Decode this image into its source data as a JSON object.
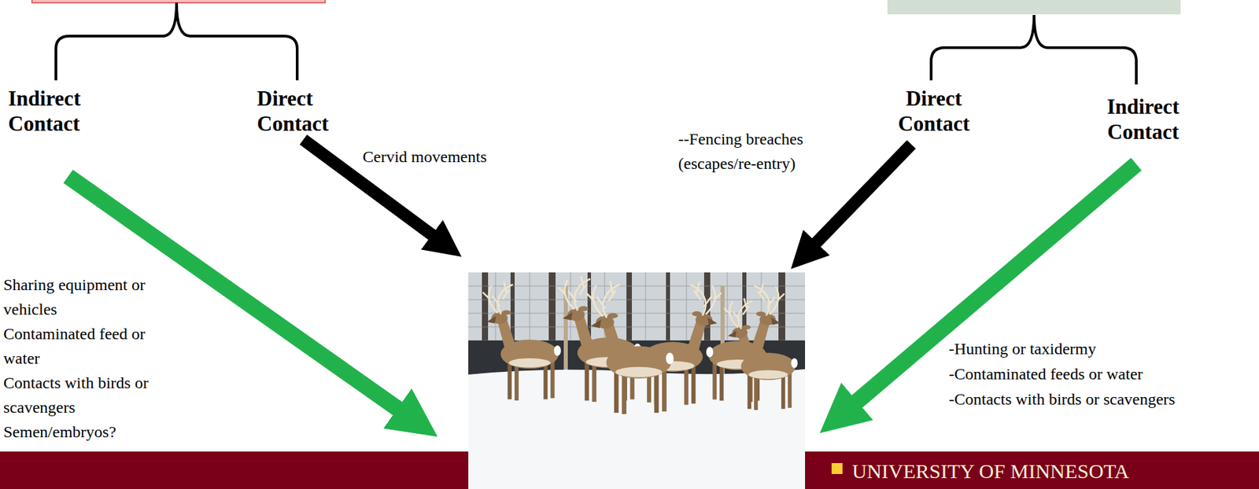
{
  "diagram": {
    "labels": [
      "Indirect Contact",
      "Direct Contact",
      "Cervid movements",
      "Sharing equipment or vehicles",
      "Contaminated feed or water",
      "Contacts with birds or scavengers",
      "Semen/embryos?",
      "--Fencing breaches (escapes/re-entry)",
      "Direct Contact",
      "Indirect Contact",
      "-Hunting or taxidermy",
      "-Contaminated feeds or water",
      "-Contacts with birds or scavengers",
      "UNIVERSITY OF MINNESOTA"
    ]
  }
}
